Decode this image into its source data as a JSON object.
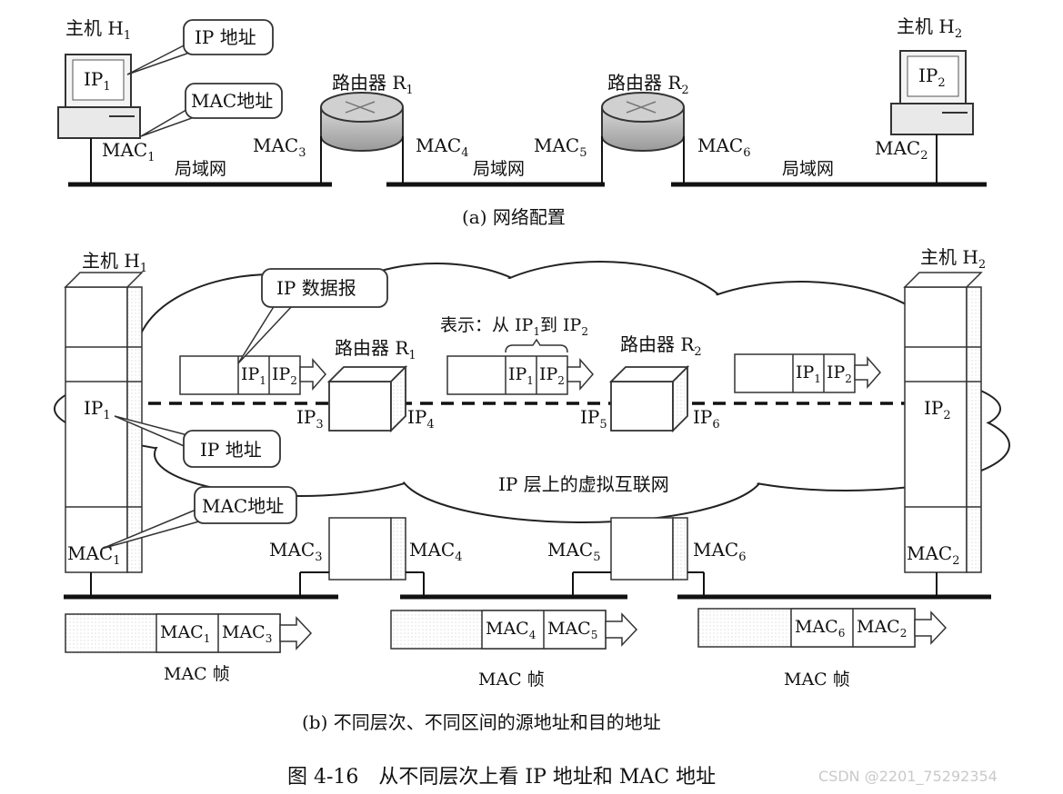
{
  "part_a": {
    "host1": {
      "label": "主机 H",
      "sub": "1",
      "ip": "IP",
      "ip_sub": "1",
      "mac": "MAC",
      "mac_sub": "1"
    },
    "host2": {
      "label": "主机 H",
      "sub": "2",
      "ip": "IP",
      "ip_sub": "2",
      "mac": "MAC",
      "mac_sub": "2"
    },
    "router1": {
      "label": "路由器 R",
      "sub": "1",
      "mac_left": "MAC",
      "mac_left_sub": "3",
      "mac_right": "MAC",
      "mac_right_sub": "4"
    },
    "router2": {
      "label": "路由器 R",
      "sub": "2",
      "mac_left": "MAC",
      "mac_left_sub": "5",
      "mac_right": "MAC",
      "mac_right_sub": "6"
    },
    "callout_ip": "IP 地址",
    "callout_mac": "MAC地址",
    "lan_label": "局域网",
    "caption": "(a) 网络配置"
  },
  "part_b": {
    "host1": {
      "label": "主机 H",
      "sub": "1",
      "ip": "IP",
      "ip_sub": "1",
      "mac": "MAC",
      "mac_sub": "1"
    },
    "host2": {
      "label": "主机 H",
      "sub": "2",
      "ip": "IP",
      "ip_sub": "2",
      "mac": "MAC",
      "mac_sub": "2"
    },
    "router1": {
      "label": "路由器 R",
      "sub": "1",
      "ip_left": "IP",
      "ip_left_sub": "3",
      "ip_right": "IP",
      "ip_right_sub": "4",
      "mac_left": "MAC",
      "mac_left_sub": "3",
      "mac_right": "MAC",
      "mac_right_sub": "4"
    },
    "router2": {
      "label": "路由器 R",
      "sub": "2",
      "ip_left": "IP",
      "ip_left_sub": "5",
      "ip_right": "IP",
      "ip_right_sub": "6",
      "mac_left": "MAC",
      "mac_left_sub": "5",
      "mac_right": "MAC",
      "mac_right_sub": "6"
    },
    "callout_datagram": "IP 数据报",
    "callout_ip": "IP 地址",
    "callout_mac": "MAC地址",
    "meaning_prefix": "表示：从 IP",
    "meaning_sub1": "1",
    "meaning_mid": "到 IP",
    "meaning_sub2": "2",
    "cloud_label": "IP 层上的虚拟互联网",
    "datagram_fields": [
      {
        "src": "IP",
        "src_sub": "1",
        "dst": "IP",
        "dst_sub": "2"
      },
      {
        "src": "IP",
        "src_sub": "1",
        "dst": "IP",
        "dst_sub": "2"
      },
      {
        "src": "IP",
        "src_sub": "1",
        "dst": "IP",
        "dst_sub": "2"
      }
    ],
    "frames": [
      {
        "src": "MAC",
        "src_sub": "1",
        "dst": "MAC",
        "dst_sub": "3",
        "label": "MAC 帧"
      },
      {
        "src": "MAC",
        "src_sub": "4",
        "dst": "MAC",
        "dst_sub": "5",
        "label": "MAC 帧"
      },
      {
        "src": "MAC",
        "src_sub": "6",
        "dst": "MAC",
        "dst_sub": "2",
        "label": "MAC 帧"
      }
    ],
    "caption": "(b) 不同层次、不同区间的源地址和目的地址"
  },
  "figure_caption": "图 4-16　从不同层次上看 IP 地址和 MAC 地址",
  "watermark": "CSDN @2201_75292354"
}
